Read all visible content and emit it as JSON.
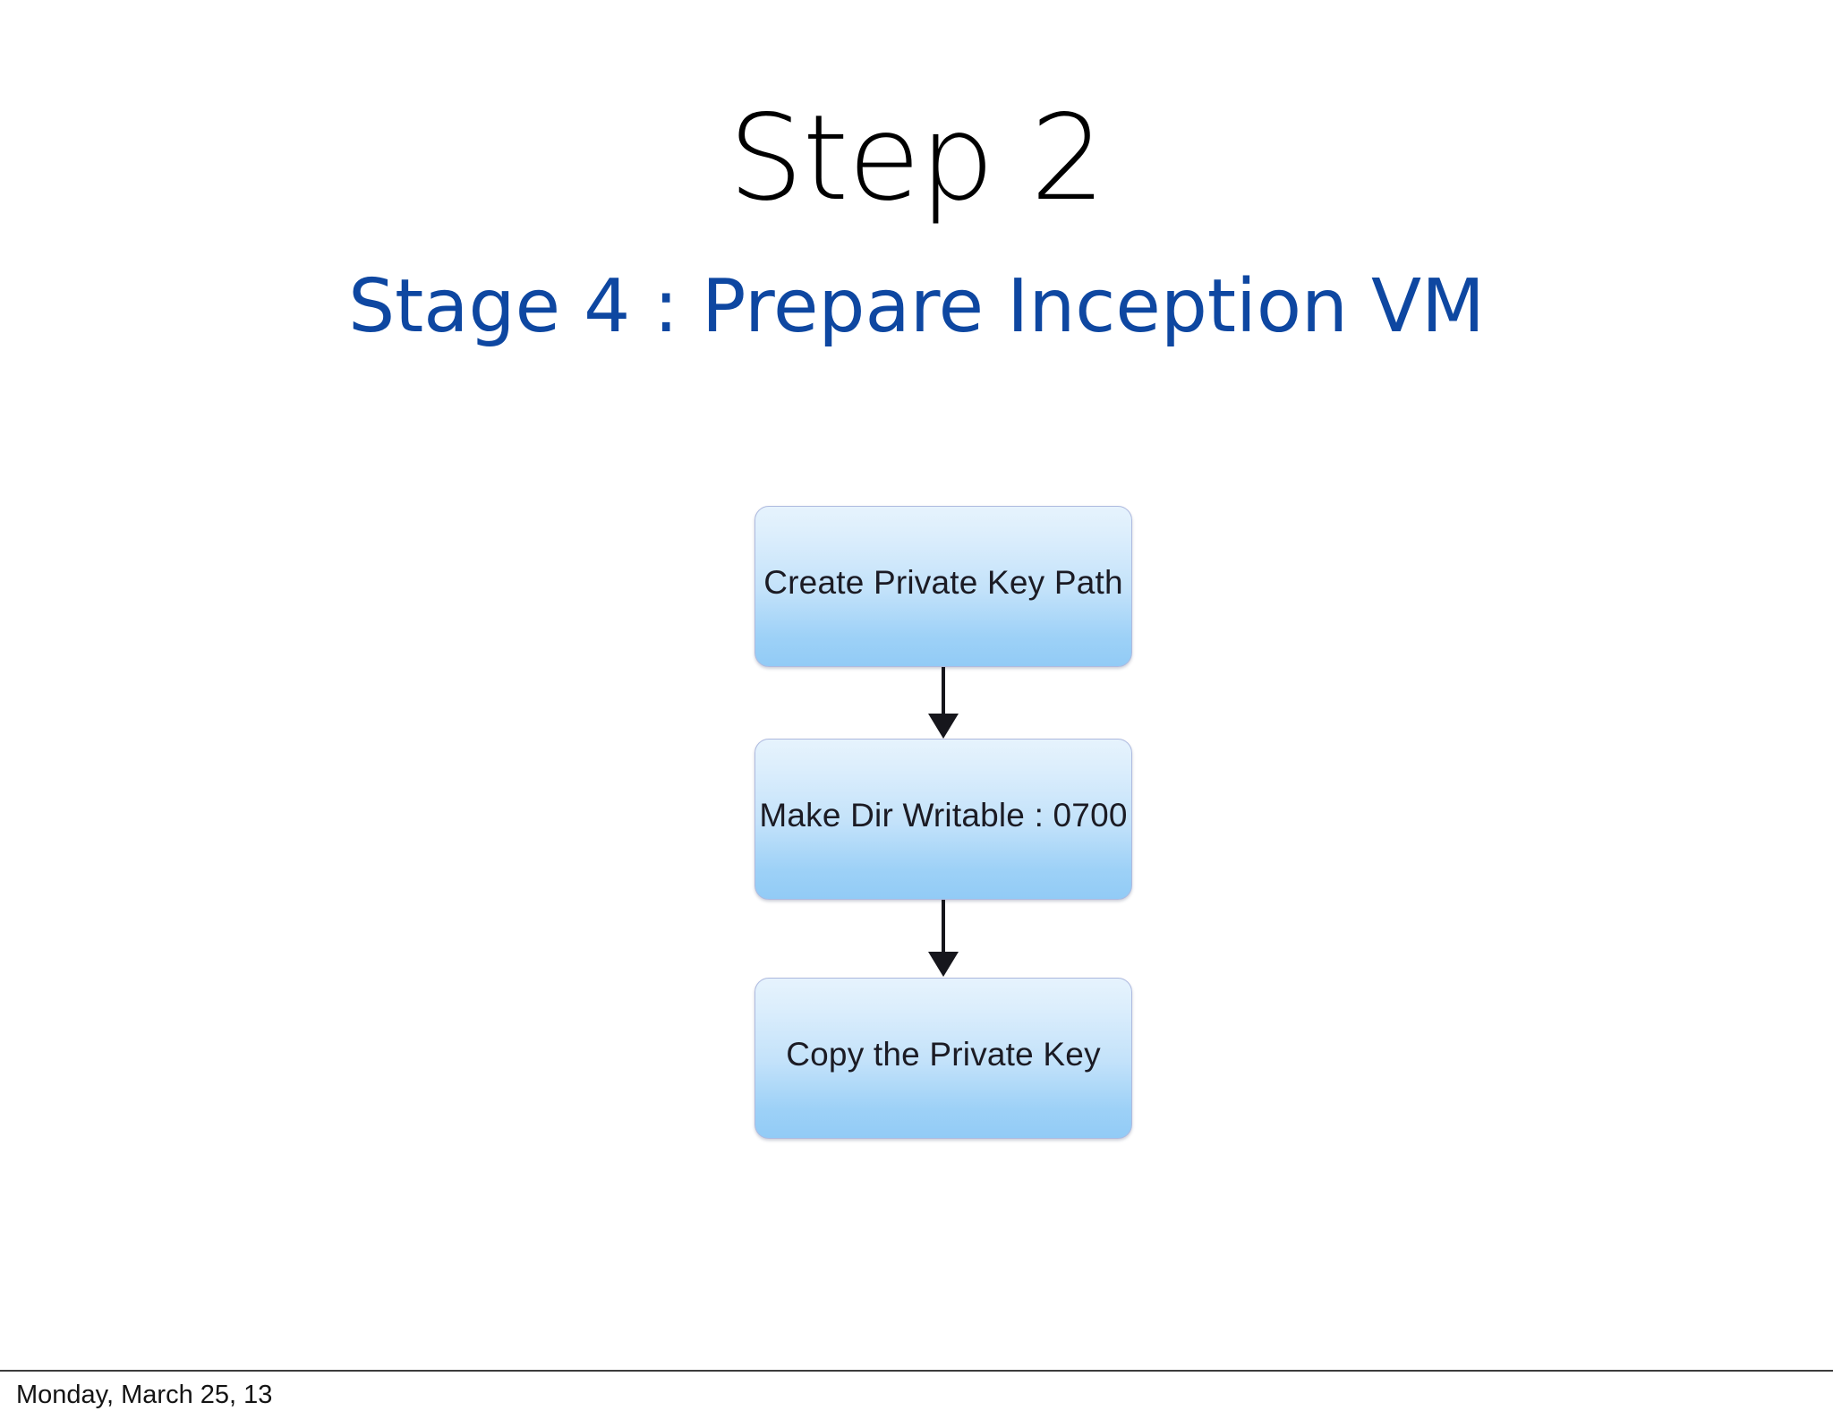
{
  "slide": {
    "title": "Step 2",
    "subtitle": "Stage 4 : Prepare Inception VM",
    "background_color": "#FFFFFF",
    "title_color": "#000000",
    "subtitle_color": "#0E47A1"
  },
  "flowchart": {
    "orientation": "vertical",
    "node_fill_top_color": "#E6F3FD",
    "node_fill_bottom_color": "#92CBF6",
    "node_border_color": "#AEBADF",
    "connector_color": "#16161C",
    "nodes": [
      {
        "label": "Create Private Key Path"
      },
      {
        "label": "Make Dir Writable : 0700"
      },
      {
        "label": "Copy the Private Key"
      }
    ],
    "connectors": [
      {
        "from": "Create Private Key Path",
        "to": "Make Dir Writable : 0700",
        "icon": "down-arrow-icon"
      },
      {
        "from": "Make Dir Writable : 0700",
        "to": "Copy the Private Key",
        "icon": "down-arrow-icon"
      }
    ]
  },
  "footer": {
    "date": "Monday, March 25, 13",
    "rule_color": "#3C3C3C"
  }
}
